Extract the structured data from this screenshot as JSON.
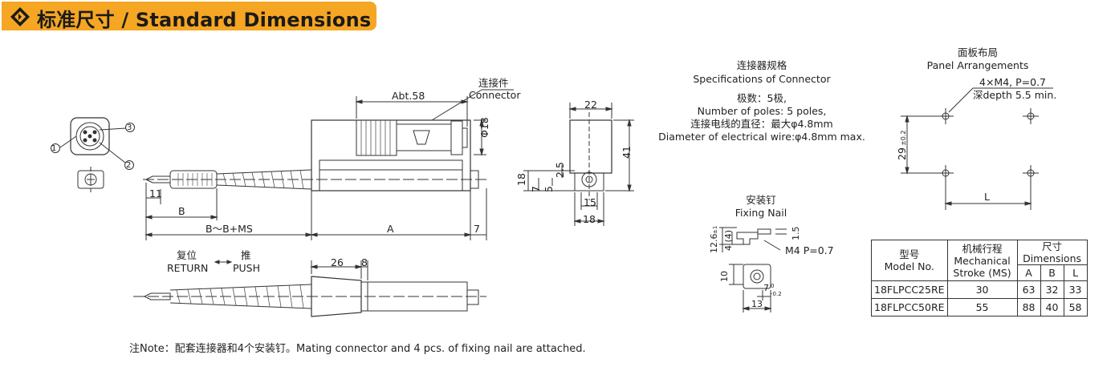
{
  "banner": {
    "title": "标准尺寸 / Standard Dimensions",
    "icon": "diamond-arrow-icon"
  },
  "connector_spec": {
    "title_cn": "连接器规格",
    "title_en": "Specifications of Connector",
    "line1_cn": "极数：5极,",
    "line1_en": "Number of poles: 5 poles,",
    "line2_cn": "连接电线的直径：最大φ4.8mm",
    "line2_en": "Diameter of electrical wire:φ4.8mm max."
  },
  "panel": {
    "title_cn": "面板布局",
    "title_en": "Panel Arrangements",
    "thread": "4×M4, P=0.7",
    "depth": "深depth 5.5 min.",
    "dim_v": "29",
    "dim_v_tol": "±0.2",
    "dim_h": "L"
  },
  "fixing_nail": {
    "title_cn": "安装钉",
    "title_en": "Fixing Nail",
    "thread": "M4 P=0.7",
    "d_12_6": "12.6",
    "d_12_6_tol": "±1",
    "d_4": "4 (4)",
    "d_1_5": "1.5",
    "d_10": "10",
    "d_7": "7",
    "d_7_tol_up": "0",
    "d_7_tol_dn": "-0.2",
    "d_13": "13"
  },
  "main_view": {
    "abt": "Abt.58",
    "connector_cn": "连接件",
    "connector_en": "Connector",
    "phi18": "Φ18",
    "d11": "11",
    "dB": "B",
    "dB_range": "B～B+MS",
    "dA": "A",
    "d7": "7",
    "callout1": "1",
    "callout2": "2",
    "callout3": "3"
  },
  "end_view": {
    "d22": "22",
    "d41": "41",
    "d18": "18",
    "d7": "7",
    "d5": "5",
    "d2_5": "2.5",
    "d15": "15",
    "d18b": "18"
  },
  "lower_view": {
    "return_cn": "复位",
    "return_en": "RETURN",
    "push_cn": "推",
    "push_en": "PUSH",
    "d26": "26",
    "d8": "8"
  },
  "table": {
    "h_model_cn": "型号",
    "h_model_en": "Model No.",
    "h_stroke_cn": "机械行程",
    "h_stroke_en1": "Mechanical",
    "h_stroke_en2": "Stroke (MS)",
    "h_dim_cn": "尺寸",
    "h_dim_en": "Dimensions",
    "h_a": "A",
    "h_b": "B",
    "h_l": "L",
    "rows": [
      {
        "model": "18FLPCC25RE",
        "ms": "30",
        "a": "63",
        "b": "32",
        "l": "33"
      },
      {
        "model": "18FLPCC50RE",
        "ms": "55",
        "a": "88",
        "b": "40",
        "l": "58"
      }
    ]
  },
  "note": "注Note：配套连接器和4个安装钉。Mating connector and 4 pcs. of fixing nail are attached."
}
